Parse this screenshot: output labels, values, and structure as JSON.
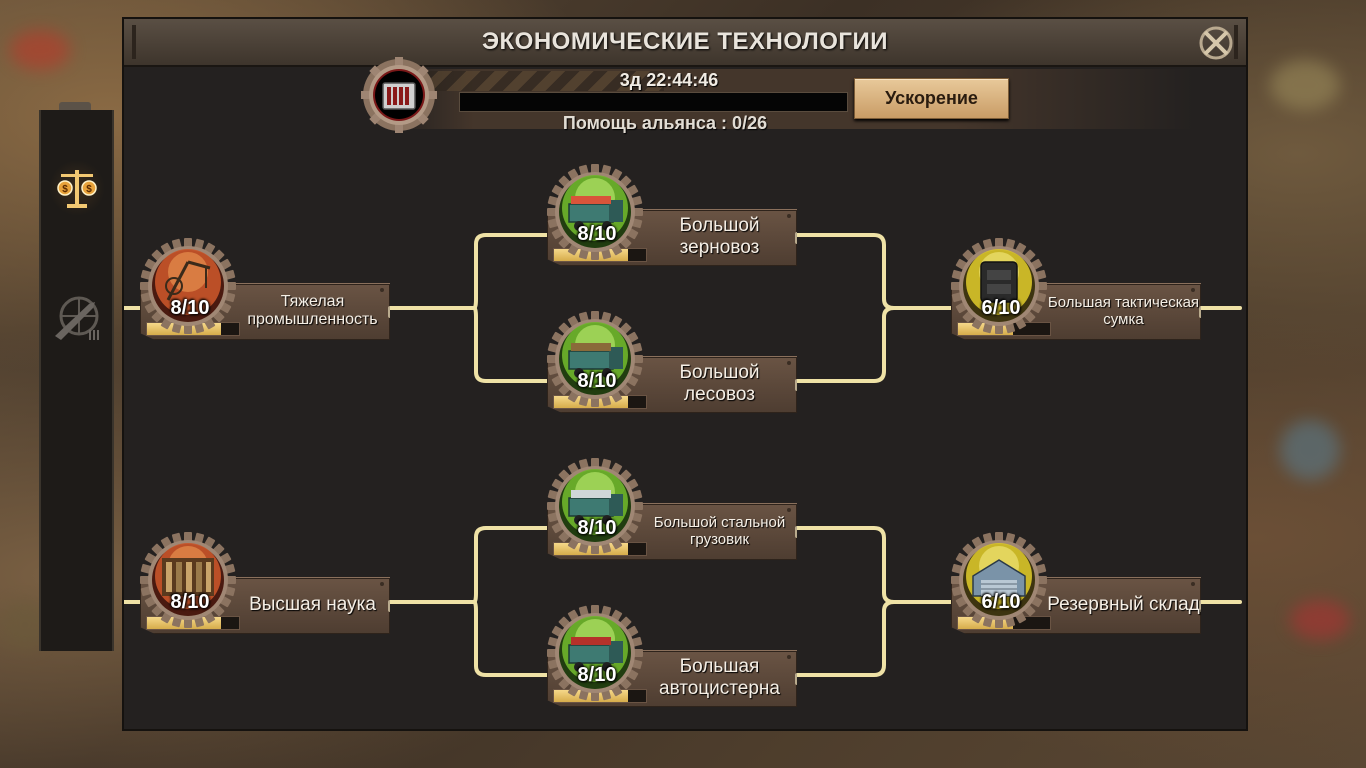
{
  "window": {
    "title": "ЭКОНОМИЧЕСКИЕ ТЕХНОЛОГИИ"
  },
  "research": {
    "timer": "3д 22:44:46",
    "progress": 0.0,
    "alliance_help": "Помощь альянса : 0/26",
    "speedup_label": "Ускорение"
  },
  "sidebar": {
    "items": [
      {
        "name": "economy-scale-icon",
        "active": true
      },
      {
        "name": "military-rifle-icon",
        "active": false
      }
    ]
  },
  "techs": [
    {
      "id": "heavy-industry",
      "name": "Тяжелая промышленность",
      "level": "8/10",
      "progress": 0.8,
      "icon": "crane-icon",
      "theme": "red"
    },
    {
      "id": "big-grain-truck",
      "name": "Большой зерновоз",
      "level": "8/10",
      "progress": 0.8,
      "icon": "grain-truck-icon",
      "theme": "green"
    },
    {
      "id": "big-timber-truck",
      "name": "Большой лесовоз",
      "level": "8/10",
      "progress": 0.8,
      "icon": "timber-truck-icon",
      "theme": "green"
    },
    {
      "id": "big-tactical-bag",
      "name": "Большая тактическая сумка",
      "level": "6/10",
      "progress": 0.6,
      "icon": "tactical-bag-icon",
      "theme": "yellow"
    },
    {
      "id": "higher-science",
      "name": "Высшая наука",
      "level": "8/10",
      "progress": 0.8,
      "icon": "library-icon",
      "theme": "red"
    },
    {
      "id": "big-steel-truck",
      "name": "Большой стальной грузовик",
      "level": "8/10",
      "progress": 0.8,
      "icon": "steel-truck-icon",
      "theme": "green"
    },
    {
      "id": "big-tanker",
      "name": "Большая автоцистерна",
      "level": "8/10",
      "progress": 0.8,
      "icon": "tanker-truck-icon",
      "theme": "green"
    },
    {
      "id": "reserve-warehouse",
      "name": "Резервный склад",
      "level": "6/10",
      "progress": 0.6,
      "icon": "warehouse-icon",
      "theme": "yellow"
    }
  ]
}
